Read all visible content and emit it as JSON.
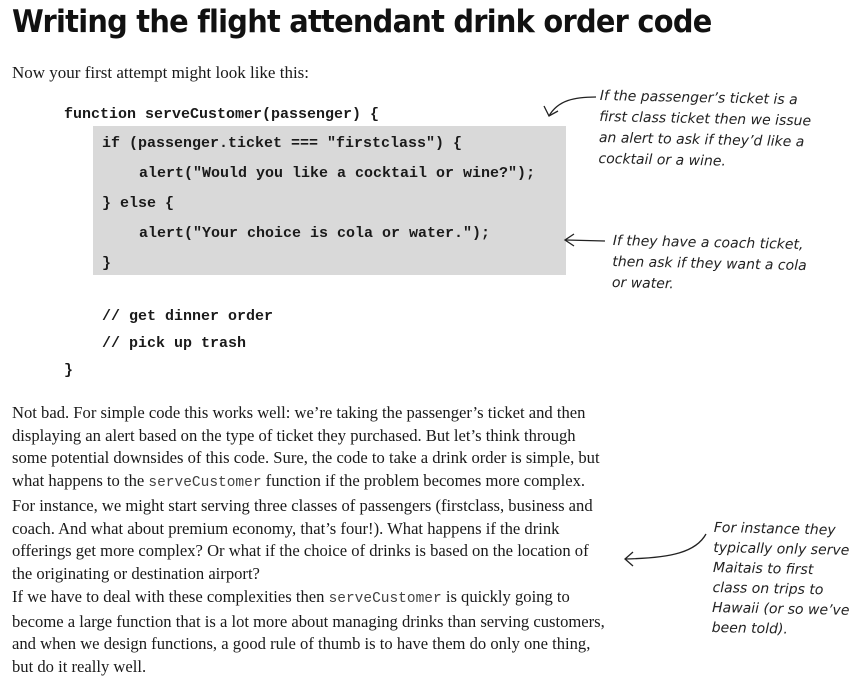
{
  "title": "Writing the flight attendant drink order code",
  "intro": "Now your first attempt might look like this:",
  "code": {
    "line1": "function serveCustomer(passenger) {",
    "line2": "if (passenger.ticket === \"firstclass\") {",
    "line3": "alert(\"Would you like a cocktail or wine?\");",
    "line4": "} else {",
    "line5": "alert(\"Your choice is cola or water.\");",
    "line6": "}",
    "line7": "// get dinner order",
    "line8": "// pick up trash",
    "line9": "}"
  },
  "notes": {
    "first": [
      "If the passenger’s ticket is a",
      "first class ticket then we issue",
      "an alert to ask if they’d like a",
      "cocktail or a wine."
    ],
    "coach": [
      "If they have a coach ticket,",
      "then ask if they want a cola",
      "or water."
    ],
    "maitais": [
      "For instance they",
      "typically only serve",
      "Maitais to first",
      "class on trips to",
      "Hawaii (or so we’ve",
      "been told)."
    ]
  },
  "paragraph1": {
    "before": "Not bad. For simple code this works well: we’re taking the passenger’s ticket and then displaying an alert based on the type of ticket they purchased. But let’s think through some potential downsides of this code. Sure, the code to take a drink order is simple, but what happens to the ",
    "code": "serveCustomer",
    "after": " function if the problem becomes more complex. For instance, we might start serving three classes of passengers (firstclass, business and coach. And what about premium economy, that’s four!). What happens if the drink offerings get more complex? Or what if the choice of drinks is based on the location of the originating or destination airport?"
  },
  "paragraph2": {
    "before": "If we have to deal with these complexities then ",
    "code": "serveCustomer",
    "after": " is quickly going to become a large function that is a lot more about managing drinks than serving customers, and when we design functions, a good rule of thumb is to have them do only one thing, but do it really well."
  }
}
